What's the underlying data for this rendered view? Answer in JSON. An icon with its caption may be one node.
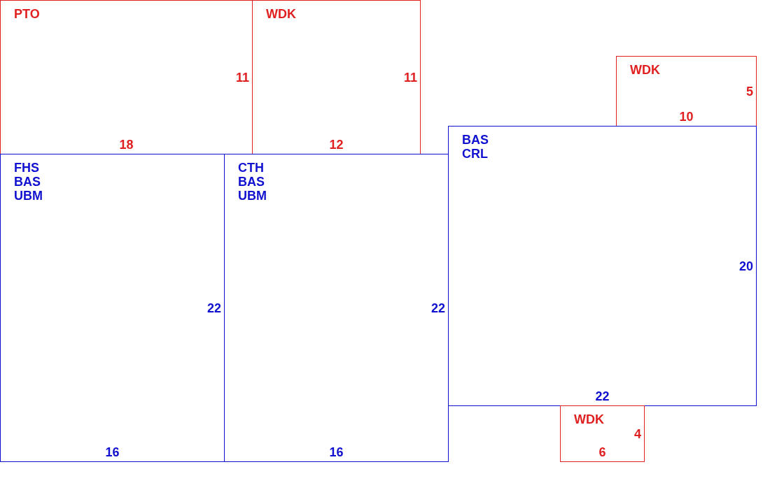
{
  "diagram": {
    "nodes": [
      {
        "text": [
          "PTO",
          "11",
          "18"
        ]
      },
      {
        "text": [
          "WDK",
          "11",
          "12"
        ]
      },
      {
        "text": [
          "WDK",
          "5",
          "10"
        ]
      },
      {
        "text": [
          "FHS",
          "BAS",
          "UBM",
          "22",
          "16"
        ]
      },
      {
        "text": [
          "CTH",
          "BAS",
          "UBM",
          "22",
          "16"
        ]
      },
      {
        "text": [
          "BAS",
          "CRL",
          "20",
          "22"
        ]
      },
      {
        "text": [
          "WDK",
          "4",
          "6"
        ]
      }
    ]
  }
}
